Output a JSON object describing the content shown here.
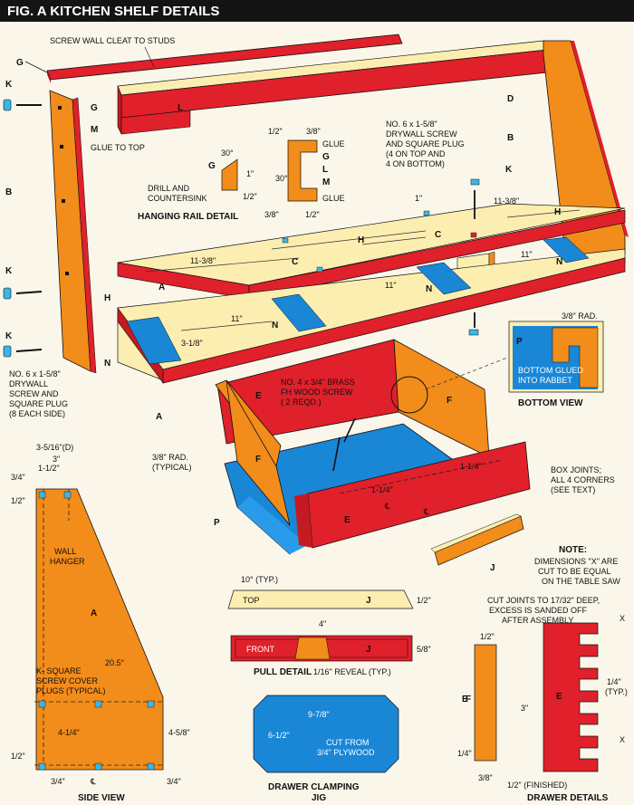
{
  "title": "FIG. A   KITCHEN SHELF DETAILS",
  "colors": {
    "red": "#e0202a",
    "orange": "#f28c1a",
    "cream": "#fbeeb0",
    "blue": "#1a86d6",
    "cyan": "#3bb6e6",
    "black": "#141414",
    "bg": "#fbf6ea"
  },
  "letters": {
    "G": "G",
    "K": "K",
    "B": "B",
    "M": "M",
    "L": "L",
    "D": "D",
    "C": "C",
    "H": "H",
    "A": "A",
    "N": "N",
    "E": "E",
    "F": "F",
    "P": "P",
    "J": "J"
  },
  "notes": {
    "screw_cleat": "SCREW WALL CLEAT TO STUDS",
    "glue_top": "GLUE TO TOP",
    "drywall1": "NO. 6 x 1-5/8\"",
    "drywall2": "DRYWALL SCREW",
    "drywall3": "AND SQUARE PLUG",
    "drywall4": "(4 ON TOP AND",
    "drywall5": "4 ON BOTTOM)",
    "side1": "NO. 6 x 1-5/8\"",
    "side2": "DRYWALL",
    "side3": "SCREW AND",
    "side4": "SQUARE PLUG",
    "side5": "(8 EACH SIDE)",
    "brass1": "NO. 4 x 3/4\" BRASS",
    "brass2": "FH WOOD SCREW",
    "brass3": "( 2 REQD.)",
    "rad1": "3/8\" RAD.",
    "rad2": "(TYPICAL)",
    "box1": "BOX JOINTS;",
    "box2": "ALL 4 CORNERS",
    "box3": "(SEE TEXT)",
    "bottom1": "BOTTOM GLUED",
    "bottom2": "INTO RABBET",
    "wall1": "WALL",
    "wall2": "HANGER",
    "plug1": "K- SQUARE",
    "plug2": "SCREW COVER",
    "plug3": "PLUGS (TYPICAL)",
    "note_title": "NOTE:",
    "note1": "DIMENSIONS \"X\" ARE",
    "note2": "CUT TO BE EQUAL",
    "note3": "ON THE TABLE SAW",
    "cutj1": "CUT JOINTS TO 17/32\" DEEP,",
    "cutj2": "EXCESS IS SANDED OFF",
    "cutj3": "AFTER ASSEMBLY",
    "drill1": "DRILL AND",
    "drill2": "COUNTERSINK",
    "glue": "GLUE",
    "top": "TOP",
    "front": "FRONT",
    "reveal": "1/16\" REVEAL (TYP.)",
    "cutfrom1": "CUT FROM",
    "cutfrom2": "3/4\" PLYWOOD",
    "finished": "1/2\" (FINISHED)",
    "typ": "(TYP.)",
    "cl": "℄"
  },
  "captions": {
    "hanging": "HANGING RAIL DETAIL",
    "bottom": "BOTTOM VIEW",
    "side": "SIDE VIEW",
    "pull": "PULL DETAIL",
    "jig1": "DRAWER CLAMPING",
    "jig2": "JIG",
    "drawer": "DRAWER DETAILS"
  },
  "dims": {
    "d11_38": "11-3/8\"",
    "d11": "11\"",
    "d3_18": "3-1/8\"",
    "d1": "1\"",
    "d30": "30°",
    "d12": "1/2\"",
    "d38": "3/8\"",
    "d1_14": "1-1/4\"",
    "d3_516": "3-5/16\"(D)",
    "d3": "3\"",
    "d1_12": "1-1/2\"",
    "d34": "3/4\"",
    "d20": "20.5°",
    "d4_14": "4-1/4\"",
    "d4_58": "4-5/8\"",
    "d10": "10° (TYP.)",
    "d4": "4\"",
    "d58": "5/8\"",
    "d9_78": "9-7/8\"",
    "d6_12": "6-1/2\"",
    "d14": "1/4\"",
    "d38b": "3/8\"",
    "x": "X",
    "d3b": "3\""
  }
}
